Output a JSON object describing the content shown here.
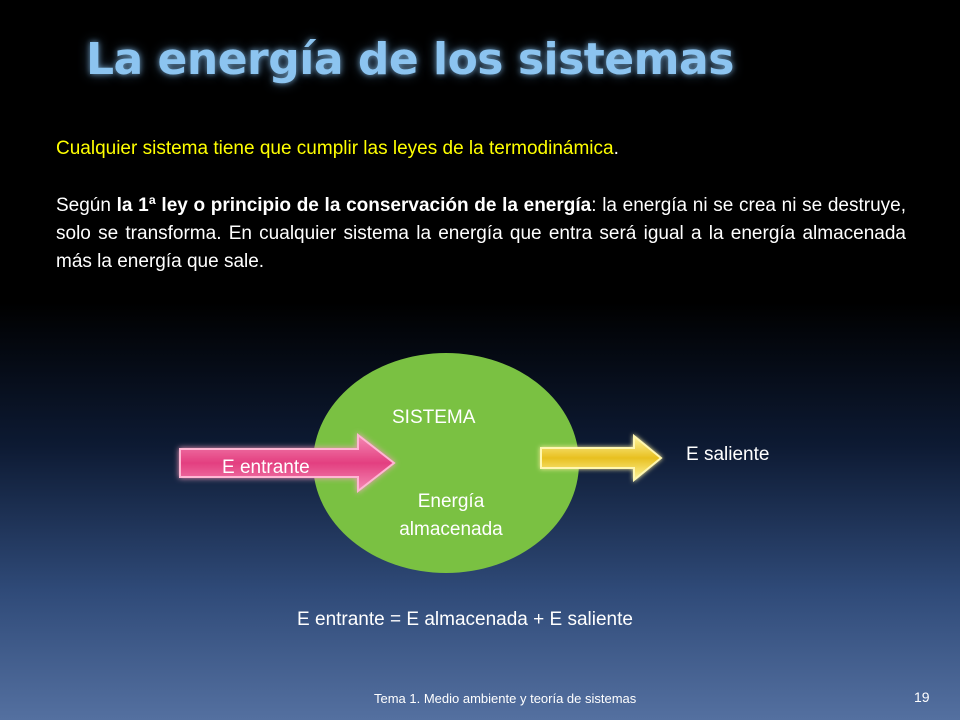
{
  "slide": {
    "title": "La energía de los sistemas",
    "intro": "Cualquier sistema tiene que cumplir las leyes de la termodinámica",
    "intro_end": ".",
    "para_prefix": "Según ",
    "para_bold": "la 1ª ley o principio de la conservación de la energía",
    "para_rest": ": la energía ni se crea ni se destruye, solo se transforma. En cualquier sistema la energía que entra será igual a la energía almacenada más la energía que sale."
  },
  "diagram": {
    "system_label": "SISTEMA",
    "stored_line1": "Energía",
    "stored_line2": "almacenada",
    "input_label": "E entrante",
    "output_label": "E saliente",
    "equation": "E entrante = E almacenada + E saliente"
  },
  "footer": {
    "text": "Tema 1. Medio ambiente y teoría de sistemas",
    "page": "19"
  },
  "colors": {
    "title": "#8cc4f0",
    "intro": "#ffff00",
    "system_fill": "#7ac142",
    "input_arrow": "#ec4f8c",
    "output_arrow": "#f2e040"
  }
}
